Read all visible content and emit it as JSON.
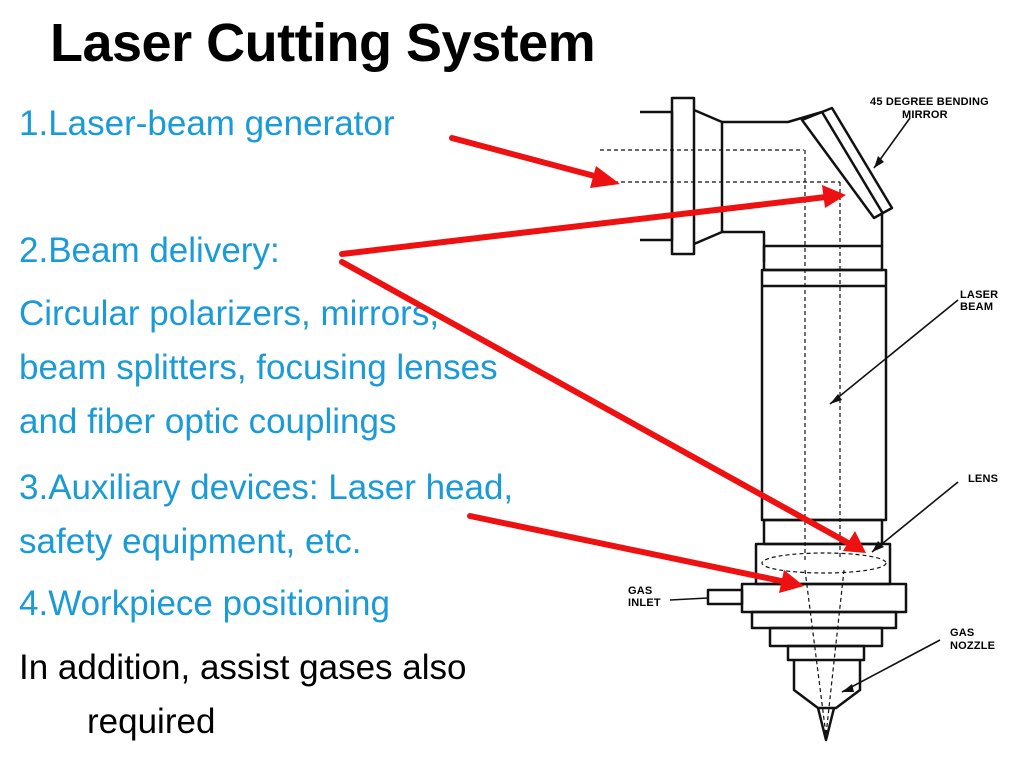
{
  "slide": {
    "title": "Laser Cutting System",
    "lines": [
      "1.Laser-beam generator",
      "2.Beam delivery:",
      "Circular polarizers, mirrors,",
      "beam splitters, focusing lenses",
      "and fiber optic couplings",
      "3.Auxiliary devices: Laser head,",
      "safety equipment, etc.",
      "4.Workpiece positioning",
      "In addition, assist gases also",
      "required"
    ]
  },
  "diagram": {
    "labels": {
      "mirror_1": "45 DEGREE BENDING",
      "mirror_2": "MIRROR",
      "beam_1": "LASER",
      "beam_2": "BEAM",
      "lens": "LENS",
      "gas_inlet_1": "GAS",
      "gas_inlet_2": "INLET",
      "nozzle_1": "GAS",
      "nozzle_2": "NOZZLE"
    }
  },
  "colors": {
    "body_text": "#1a9bd7",
    "title": "#000000",
    "arrow": "#ee1111"
  }
}
